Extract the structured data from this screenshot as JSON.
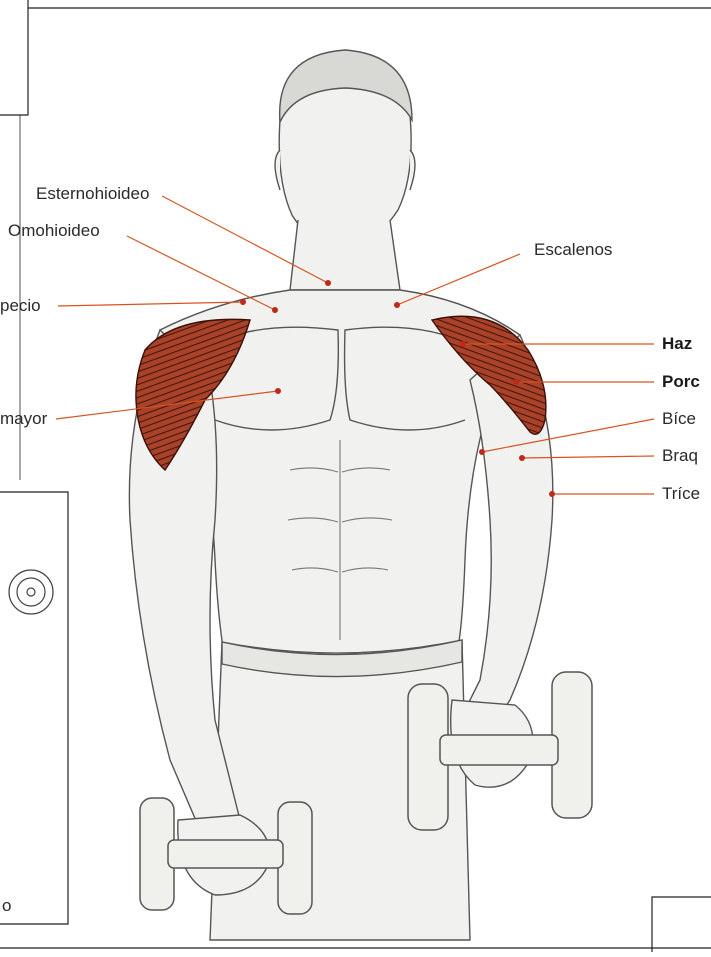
{
  "labels": {
    "esternohioideo": "Esternohioideo",
    "omohioideo": "Omohioideo",
    "trapecio": "pecio",
    "pectoral": "mayor",
    "escalenos": "Escalenos",
    "haz": "Haz",
    "porcion": "Porc",
    "biceps": "Bíce",
    "braquial": "Braq",
    "triceps": "Tríce",
    "corner": "o"
  },
  "colors": {
    "leader_line": "#d9531e",
    "muscle_highlight": "#9e3a24",
    "muscle_dark": "#5b1a10",
    "sketch": "#555555",
    "frame": "#222222"
  },
  "icons": {
    "dumbbell": "dumbbell-icon",
    "wall_knob": "knob-icon"
  }
}
